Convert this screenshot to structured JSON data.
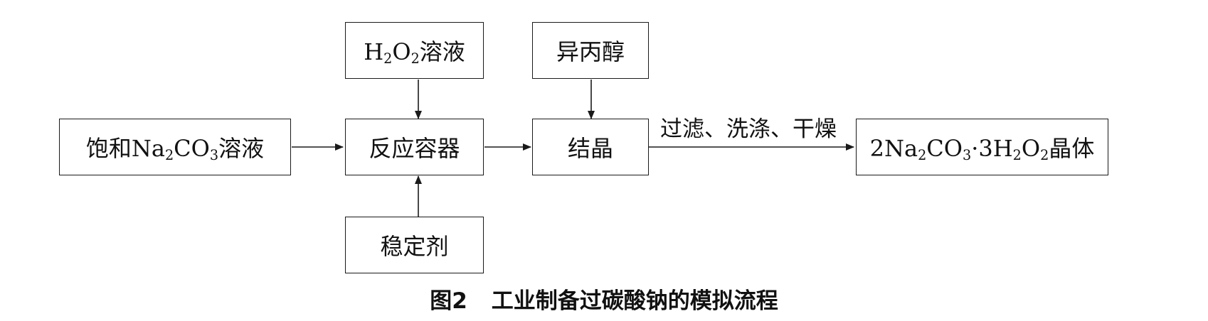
{
  "diagram": {
    "nodes": {
      "h2o2": {
        "parts": [
          [
            "H",
            ""
          ],
          [
            "2",
            "sub"
          ],
          [
            "O",
            ""
          ],
          [
            "2",
            "sub"
          ],
          [
            "溶液",
            ""
          ]
        ]
      },
      "isopropanol": {
        "parts": [
          [
            "异丙醇",
            ""
          ]
        ]
      },
      "na2co3_saturated": {
        "parts": [
          [
            "饱和Na",
            ""
          ],
          [
            "2",
            "sub"
          ],
          [
            "CO",
            ""
          ],
          [
            "3",
            "sub"
          ],
          [
            "溶液",
            ""
          ]
        ]
      },
      "reactor": {
        "parts": [
          [
            "反应容器",
            ""
          ]
        ]
      },
      "crystallize": {
        "parts": [
          [
            "结晶",
            ""
          ]
        ]
      },
      "product": {
        "parts": [
          [
            "2Na",
            ""
          ],
          [
            "2",
            "sub"
          ],
          [
            "CO",
            ""
          ],
          [
            "3",
            "sub"
          ],
          [
            "·3H",
            ""
          ],
          [
            "2",
            "sub"
          ],
          [
            "O",
            ""
          ],
          [
            "2",
            "sub"
          ],
          [
            "晶体",
            ""
          ]
        ]
      },
      "stabilizer": {
        "parts": [
          [
            "稳定剂",
            ""
          ]
        ]
      }
    },
    "edge_label": "过滤、洗涤、干燥"
  },
  "caption": {
    "figure_number": "图2",
    "title": "工业制备过碳酸钠的模拟流程"
  },
  "colors": {
    "line": "#1a1a1a",
    "background": "#ffffff"
  }
}
